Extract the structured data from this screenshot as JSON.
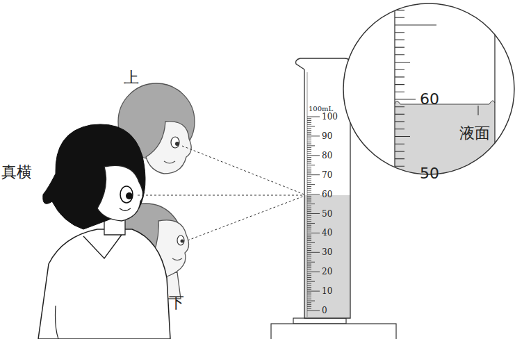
{
  "diagram": {
    "labels": [
      "上",
      "真横",
      "下",
      "100mL",
      "100",
      "90",
      "80",
      "70",
      "60",
      "50",
      "40",
      "30",
      "20",
      "10",
      "0",
      "60",
      "50",
      "液面"
    ]
  }
}
